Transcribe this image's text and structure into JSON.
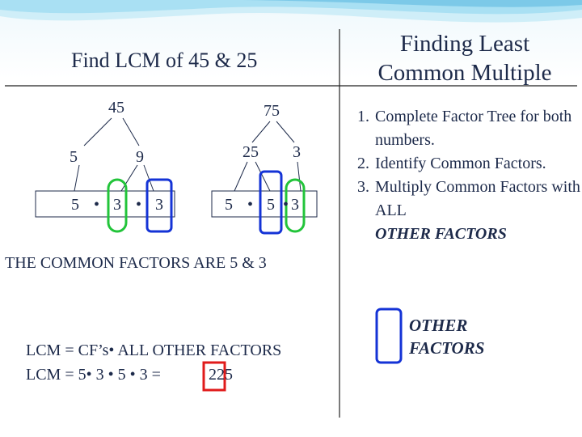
{
  "title_left": "Find LCM of 45 & 25",
  "title_right": "Finding Least Common Multiple",
  "tree45": {
    "root": "45",
    "branch_left": "5",
    "branch_right": "9",
    "factors": [
      "5",
      "•",
      "3",
      "•",
      "3"
    ]
  },
  "tree75": {
    "root": "75",
    "branch_left": "25",
    "branch_right": "3",
    "factors": [
      "5",
      "•",
      "5",
      "•",
      "3"
    ]
  },
  "steps": [
    "Complete Factor Tree for both numbers.",
    "Identify Common Factors.",
    "Multiply Common Factors with ALL"
  ],
  "steps_emphasis": "OTHER FACTORS",
  "common_factors_text": "THE COMMON FACTORS ARE 5 & 3",
  "lcm_formula": "LCM = CF’s• ALL OTHER FACTORS",
  "lcm_calc_prefix": "LCM = 5• 3 • 5 • 3 =",
  "lcm_result": "225",
  "legend_label": "OTHER FACTORS",
  "colors": {
    "text": "#1d2a4a",
    "common_factor_ring": "#22c43a",
    "other_factor_ring": "#1433d6",
    "result_box": "#e01b1b",
    "divider": "#222222"
  }
}
